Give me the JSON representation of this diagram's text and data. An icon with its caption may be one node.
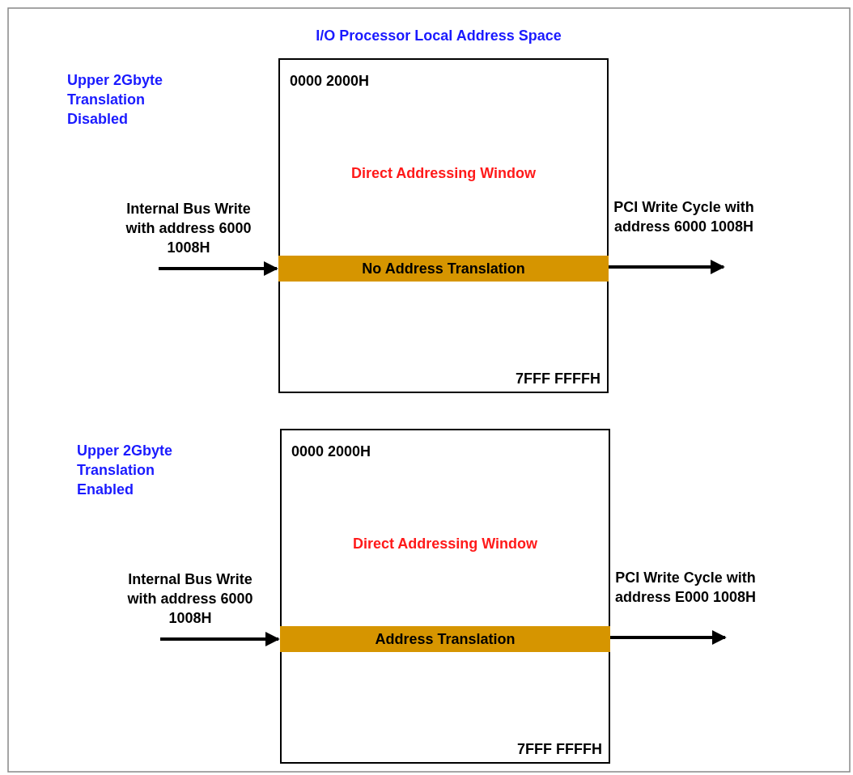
{
  "diagram": {
    "title": "I/O Processor Local Address Space",
    "nodes": [
      {
        "text": [
          "0000 2000H",
          "Direct Addressing Window",
          "7FFF FFFFH"
        ]
      },
      {
        "text": [
          "No Address Translation"
        ],
        "in": 0
      },
      {
        "text": [
          "0000 2000H",
          "Direct Addressing Window",
          "7FFF FFFFH"
        ]
      },
      {
        "text": [
          "Address Translation"
        ],
        "in": 2
      }
    ],
    "edges": [
      {
        "from": null,
        "to": 1,
        "arrow": "to",
        "label": "Internal Bus Write with address 6000 1008H"
      },
      {
        "from": 1,
        "to": null,
        "arrow": "to",
        "label": "PCI Write Cycle with address 6000 1008H"
      },
      {
        "from": null,
        "to": 3,
        "arrow": "to",
        "label": "Internal Bus Write with address 6000 1008H"
      },
      {
        "from": 3,
        "to": null,
        "arrow": "to",
        "label": "PCI Write Cycle with address E000 1008H"
      }
    ],
    "labels": [
      "Upper 2Gbyte Translation Disabled",
      "Upper 2Gbyte Translation Enabled"
    ]
  }
}
